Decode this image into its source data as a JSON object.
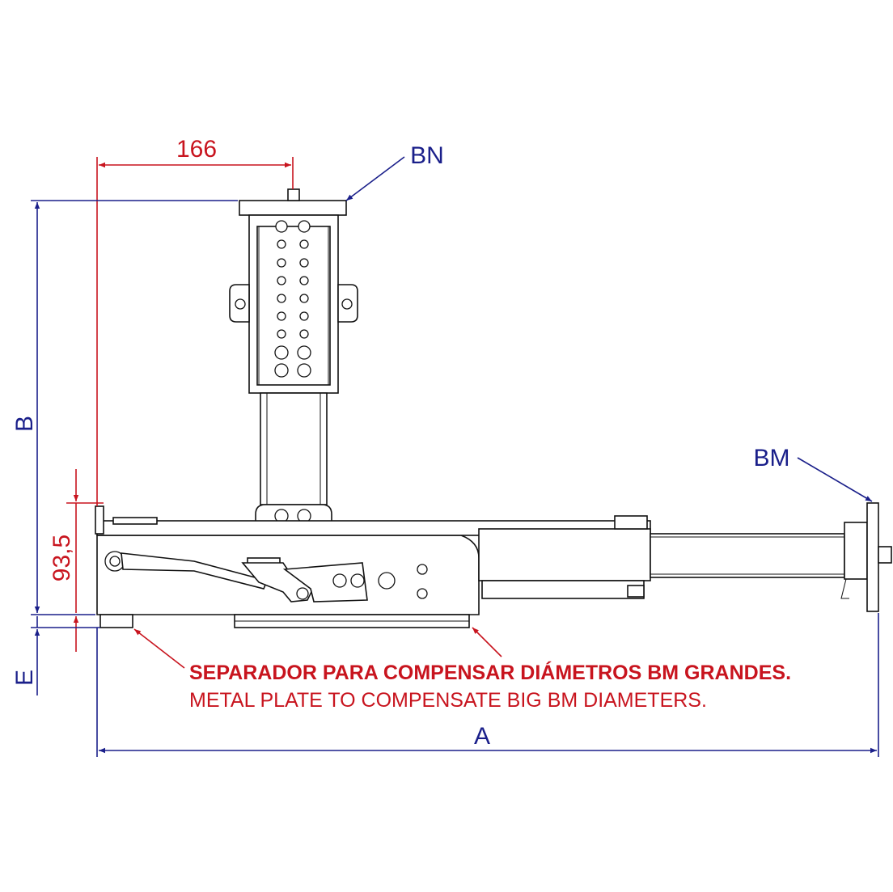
{
  "dimensions": {
    "top_width": "166",
    "overall_height": "B",
    "lower_height": "93,5",
    "spacer_height": "E",
    "overall_length": "A"
  },
  "callouts": {
    "top_flange": "BN",
    "side_flange": "BM"
  },
  "note": {
    "line_es": "SEPARADOR PARA COMPENSAR DIÁMETROS BM GRANDES.",
    "line_en": "METAL PLATE TO COMPENSATE BIG BM DIAMETERS."
  },
  "colors": {
    "dimension_blue": "#1a1f8a",
    "note_red": "#c8141e",
    "outline": "#111111"
  }
}
